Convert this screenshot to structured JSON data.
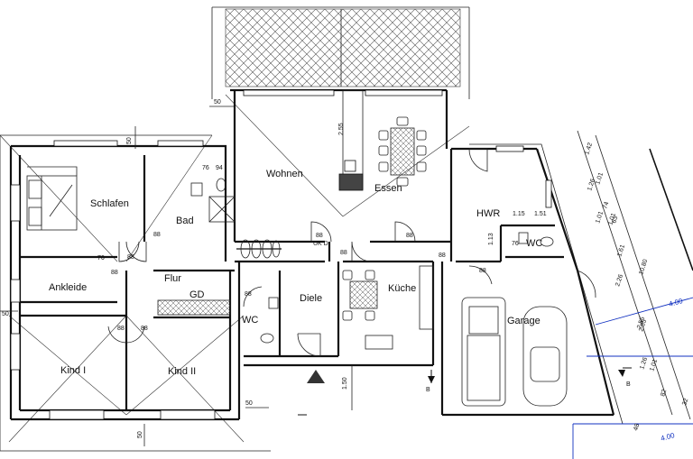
{
  "rooms": {
    "wohnen": "Wohnen",
    "essen": "Essen",
    "schlafen": "Schlafen",
    "bad": "Bad",
    "flur": "Flur",
    "gd": "GD",
    "ankleide": "Ankleide",
    "wc1": "WC",
    "wc2": "WC",
    "diele": "Diele",
    "kueche": "Küche",
    "hwr": "HWR",
    "garage": "Garage",
    "kind1": "Kind I",
    "kind2": "Kind II"
  },
  "labels": {
    "uk_d": "UK D.",
    "section_b1": "B",
    "section_b2": "B"
  },
  "dims": {
    "d50_top": "50",
    "d50_left": "50",
    "d50_side": "50",
    "d50_bottom": "50",
    "d50_entry": "50",
    "d150": "1.50",
    "d76_bath": "76",
    "d94": "94",
    "d88_a": "88",
    "d88_b": "88",
    "d88_c": "88",
    "d88_d": "88",
    "d88_e": "88",
    "d88_f": "88",
    "d88_g": "88",
    "d88_h": "88",
    "d88_i": "88",
    "d88_j": "88",
    "d88_k": "88",
    "d88_l": "88",
    "d76_flur": "76",
    "d255": "2.55",
    "d115": "1.15",
    "d151": "1.51",
    "d76_hwr": "76",
    "d113": "1.13"
  },
  "right_chain": {
    "outer": [
      "1.42",
      "1.01",
      "74",
      "1.01",
      "1.61",
      "2.55",
      "1.01",
      "82"
    ],
    "inner": [
      "1.26",
      "1.01",
      "63",
      "2.26",
      "1.26"
    ],
    "total": "10.80"
  },
  "blue_dims": {
    "upper": "4.00",
    "lower": "4.00",
    "mid": "2.55",
    "bottom_small": "48",
    "bottom_right": "32"
  },
  "colors": {
    "lines": "#111111",
    "dimension_blue": "#1030c0"
  }
}
